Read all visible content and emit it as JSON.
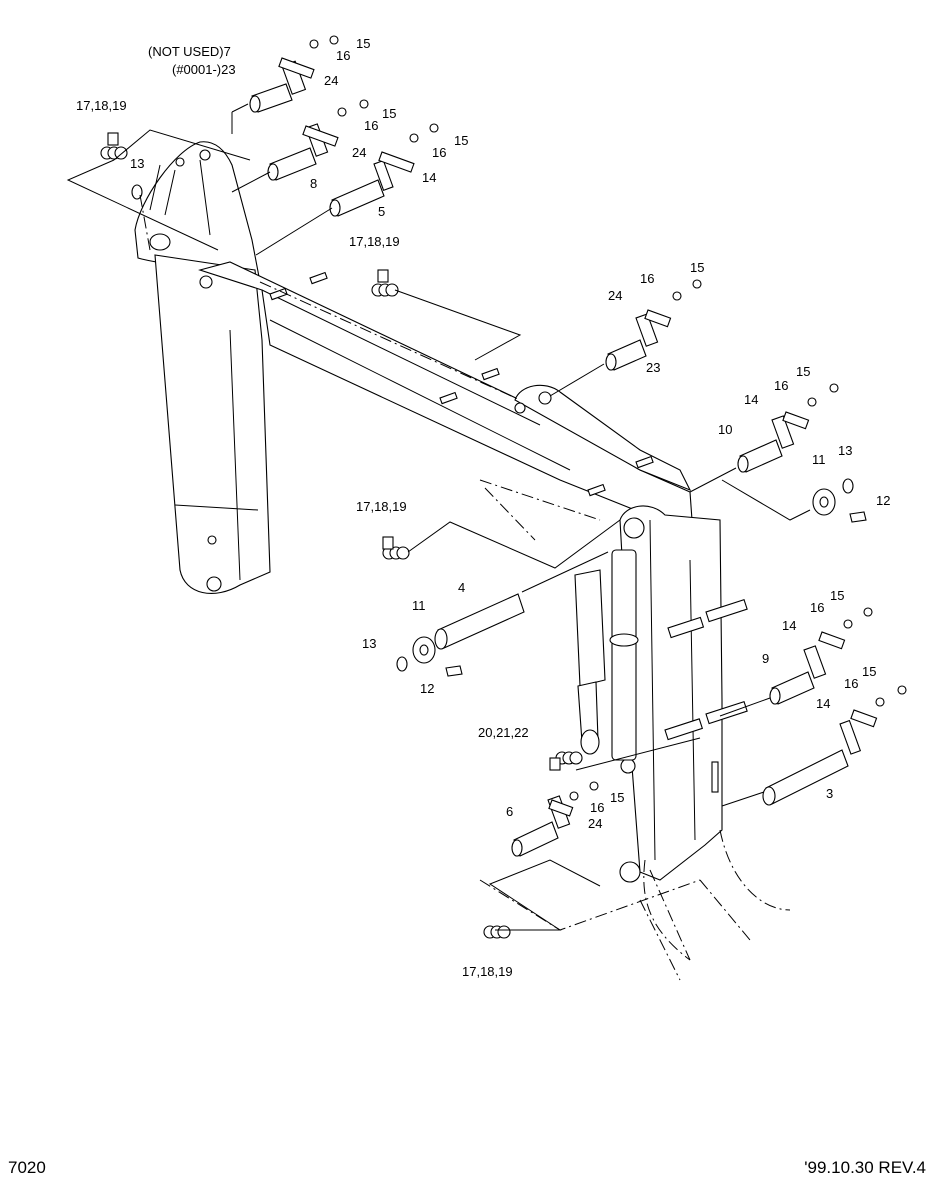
{
  "footer": {
    "page_id": "7020",
    "revision": "'99.10.30 REV.4"
  },
  "labels": {
    "not_used": "(NOT USED)7",
    "serial": "(#0001-)23",
    "l15": "15",
    "l16": "16",
    "l24": "24",
    "l14": "14",
    "l13": "13",
    "l8": "8",
    "l5": "5",
    "l23": "23",
    "l10": "10",
    "l11": "11",
    "l12": "12",
    "l4": "4",
    "l9": "9",
    "l3": "3",
    "l6": "6",
    "set_17_18_19": "17,18,19",
    "set_20_21_22": "20,21,22"
  }
}
